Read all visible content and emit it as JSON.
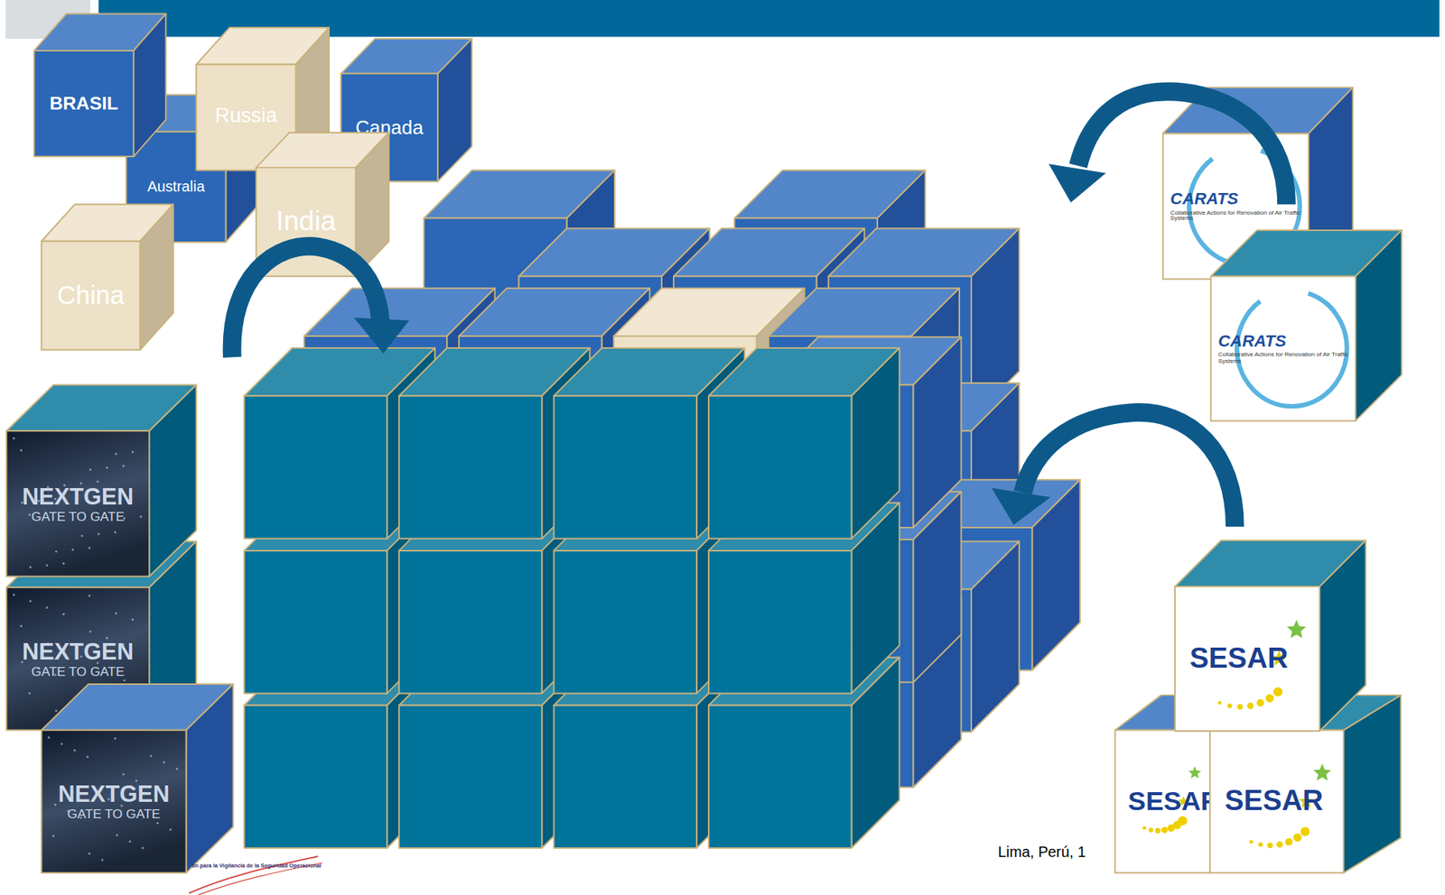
{
  "diagram": {
    "nodes": [
      {
        "text": [
          "BRASIL"
        ]
      },
      {
        "text": [
          "Russia"
        ]
      },
      {
        "text": [
          "Canada"
        ]
      },
      {
        "text": [
          "Australia"
        ]
      },
      {
        "text": [
          "India"
        ]
      },
      {
        "text": [
          "China"
        ]
      },
      {
        "text": [
          "CARATS",
          "Collaborative Actions for Renovation of Air Traffic Systems"
        ]
      },
      {
        "text": [
          "CARATS",
          "Collaborative Actions for Renovation of Air Traffic Systems"
        ]
      },
      {
        "text": [
          "NEXTGEN",
          "GATE TO GATE"
        ]
      },
      {
        "text": [
          "NEXTGEN",
          "GATE TO GATE"
        ]
      },
      {
        "text": [
          "NEXTGEN",
          "GATE TO GATE"
        ]
      },
      {
        "text": [
          "SESAR"
        ]
      },
      {
        "text": [
          "SESAR"
        ]
      },
      {
        "text": [
          "SESAR"
        ]
      }
    ],
    "labels": [
      "Lima, Perú, 1",
      "ón para la Vigilancia de la Seguridad Operacional"
    ]
  }
}
